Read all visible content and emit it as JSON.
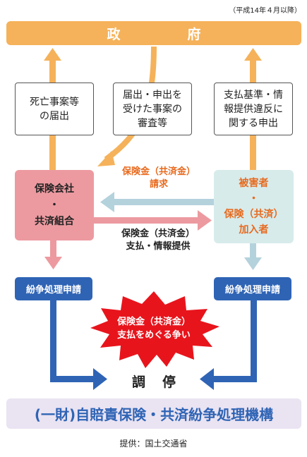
{
  "date_note": "（平成14年４月以降）",
  "government": "政　府",
  "notes": {
    "left": [
      "死亡事案等",
      "の届出"
    ],
    "center": [
      "届出・申出を",
      "受けた事案の",
      "審査等"
    ],
    "right": [
      "支払基準・情",
      "報提供違反に",
      "関する申出"
    ]
  },
  "insurer": {
    "line1": "保険会社",
    "dot": "・",
    "line2": "共済組合"
  },
  "victim": {
    "line1": "被害者",
    "dot": "・",
    "line2": "保険（共済）",
    "line3": "加入者"
  },
  "claim_label": {
    "line1": "保険金（共済金）",
    "line2": "請求"
  },
  "payment_label": {
    "line1": "保険金（共済金）",
    "line2": "支払・情報提供"
  },
  "dispute_left": "紛争処理申請",
  "dispute_right": "紛争処理申請",
  "burst": {
    "line1": "保険金（共済金）",
    "line2": "支払をめぐる争い"
  },
  "mediation": "調停",
  "organization": "(一財)自賠責保険・共済紛争処理機構",
  "source": "提供：国土交通省",
  "colors": {
    "orange": "#f5b25a",
    "pink": "#ec9aa0",
    "light_blue": "#d7ebeb",
    "blue": "#2f64b5",
    "red": "#e8141c",
    "lavender": "#eae3f2"
  }
}
